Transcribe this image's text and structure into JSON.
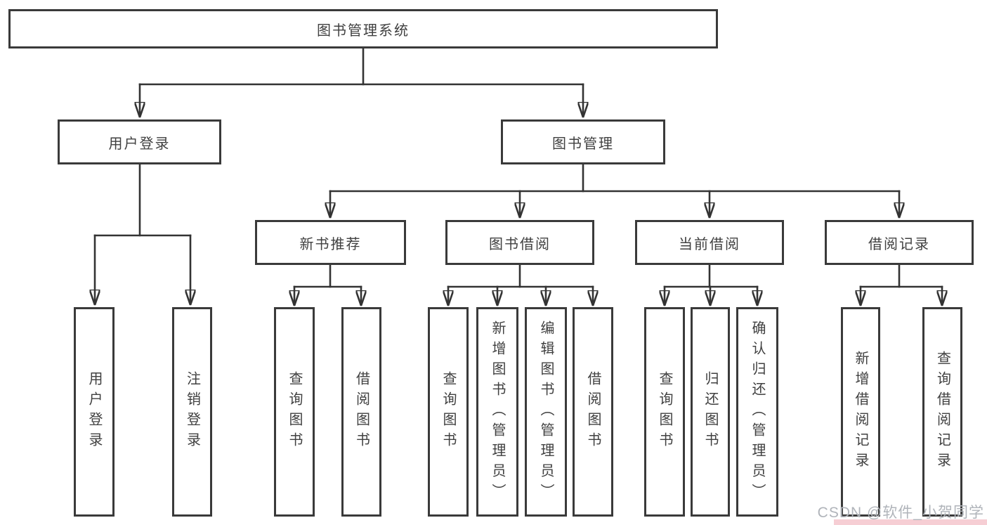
{
  "diagram": {
    "root": {
      "label": "图书管理系统"
    },
    "level2": [
      {
        "label": "用户登录"
      },
      {
        "label": "图书管理"
      }
    ],
    "level3": [
      {
        "label": "新书推荐"
      },
      {
        "label": "图书借阅"
      },
      {
        "label": "当前借阅"
      },
      {
        "label": "借阅记录"
      }
    ],
    "level4": [
      {
        "label": "用户登录"
      },
      {
        "label": "注销登录"
      },
      {
        "label": "查询图书"
      },
      {
        "label": "借阅图书"
      },
      {
        "label": "查询图书"
      },
      {
        "label": "新增图书（管理员）"
      },
      {
        "label": "编辑图书（管理员）"
      },
      {
        "label": "借阅图书"
      },
      {
        "label": "查询图书"
      },
      {
        "label": "归还图书"
      },
      {
        "label": "确认归还（管理员）"
      },
      {
        "label": "新增借阅记录"
      },
      {
        "label": "查询借阅记录"
      }
    ]
  },
  "watermark": {
    "text": "CSDN @软件_小贺同学",
    "color": "#b0b4ba",
    "band_color": "#f6ced4"
  },
  "colors": {
    "line": "#333333",
    "box_border": "#3a3a3a",
    "text": "#404040",
    "background": "#ffffff"
  }
}
